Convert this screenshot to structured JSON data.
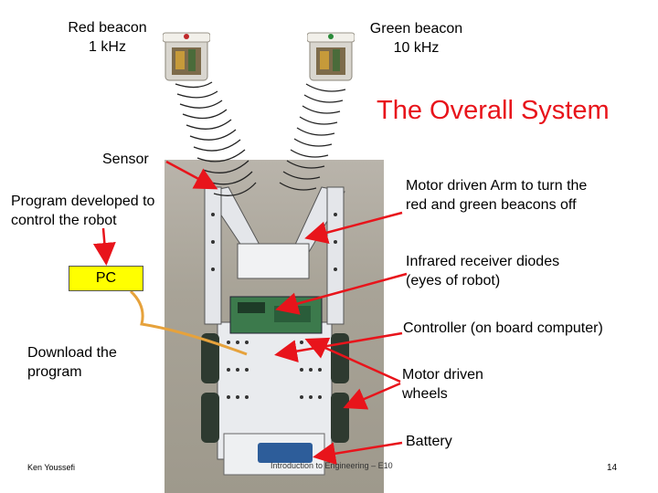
{
  "beacons": {
    "red_name": "Red beacon",
    "red_freq": "1 kHz",
    "green_name": "Green beacon",
    "green_freq": "10 kHz"
  },
  "title": "The Overall System",
  "labels": {
    "sensor": "Sensor",
    "program": "Program developed to control the robot",
    "pc": "PC",
    "download": "Download the program",
    "motor_arm": "Motor driven Arm to turn the red and green beacons off",
    "infrared": "Infrared receiver diodes (eyes of robot)",
    "controller": "Controller (on board computer)",
    "motor_wheels": "Motor driven wheels",
    "battery": "Battery"
  },
  "footer": {
    "author": "Ken Youssefi",
    "course": "Introduction to Engineering – E10",
    "page": "14"
  },
  "colors": {
    "arrow": "#e8141b",
    "title": "#e8141b",
    "pc_box": "#ffff00",
    "cable": "#e6a23c"
  }
}
